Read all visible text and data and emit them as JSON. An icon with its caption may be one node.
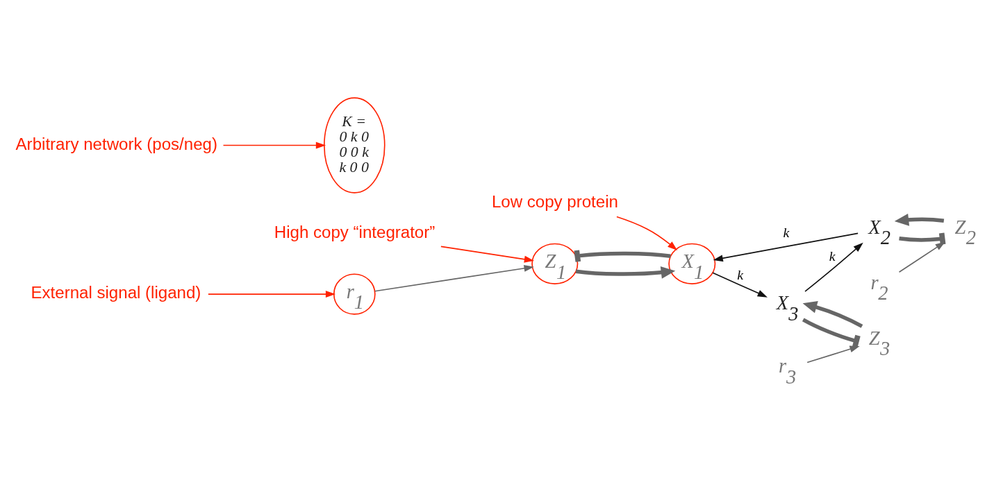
{
  "diagram": {
    "nodes": [
      {
        "text": [
          "External signal (ligand)"
        ]
      },
      {
        "text": [
          "Low copy protein"
        ]
      },
      {
        "text": [
          "High copy “integrator”"
        ]
      },
      {
        "text": [
          "Arbitrary network (pos/neg)"
        ]
      },
      {
        "text": [
          "r$_{1}$"
        ]
      },
      {
        "text": [
          "Z$_{1}$"
        ]
      },
      {
        "text": [
          "X$_{1}$"
        ]
      },
      {
        "text": [
          "X$_{2}$"
        ]
      },
      {
        "text": [
          "Z$_{2}$"
        ]
      },
      {
        "text": [
          "r$_{2}$"
        ]
      },
      {
        "text": [
          "X$_{3}$"
        ]
      },
      {
        "text": [
          "Z$_{3}$"
        ]
      },
      {
        "text": [
          "r$_{3}$"
        ]
      },
      {
        "text": [
          "K =",
          "0 k 0",
          "0 0 k",
          "k 0 0"
        ]
      }
    ],
    "edges": [
      {
        "from": 0,
        "to": 4,
        "arrow": "to",
        "color": "#ff2200"
      },
      {
        "from": 1,
        "to": 6,
        "arrow": "to",
        "color": "#ff2200"
      },
      {
        "from": 2,
        "to": 5,
        "arrow": "to",
        "color": "#ff2200"
      },
      {
        "from": 3,
        "to": 13,
        "arrow": "to",
        "color": "#ff2200"
      },
      {
        "from": 4,
        "to": 5,
        "arrow": "to"
      },
      {
        "from": 5,
        "to": 6,
        "arrow": "to",
        "style": "thick"
      },
      {
        "from": 6,
        "to": 5,
        "arrow": "other",
        "style": "thick"
      },
      {
        "from": 7,
        "to": 6,
        "arrow": "to",
        "label": "k",
        "color": "#111111"
      },
      {
        "from": 8,
        "to": 7,
        "arrow": "to",
        "style": "thick"
      },
      {
        "from": 7,
        "to": 8,
        "arrow": "other",
        "style": "thick"
      },
      {
        "from": 9,
        "to": 8,
        "arrow": "to"
      },
      {
        "from": 6,
        "to": 10,
        "arrow": "to",
        "label": "k",
        "color": "#111111"
      },
      {
        "from": 10,
        "to": 7,
        "arrow": "to",
        "label": "k",
        "color": "#111111"
      },
      {
        "from": 12,
        "to": 11,
        "arrow": "to"
      },
      {
        "from": 11,
        "to": 10,
        "arrow": "to",
        "style": "thick"
      },
      {
        "from": 10,
        "to": 11,
        "arrow": "other",
        "style": "thick"
      }
    ]
  }
}
